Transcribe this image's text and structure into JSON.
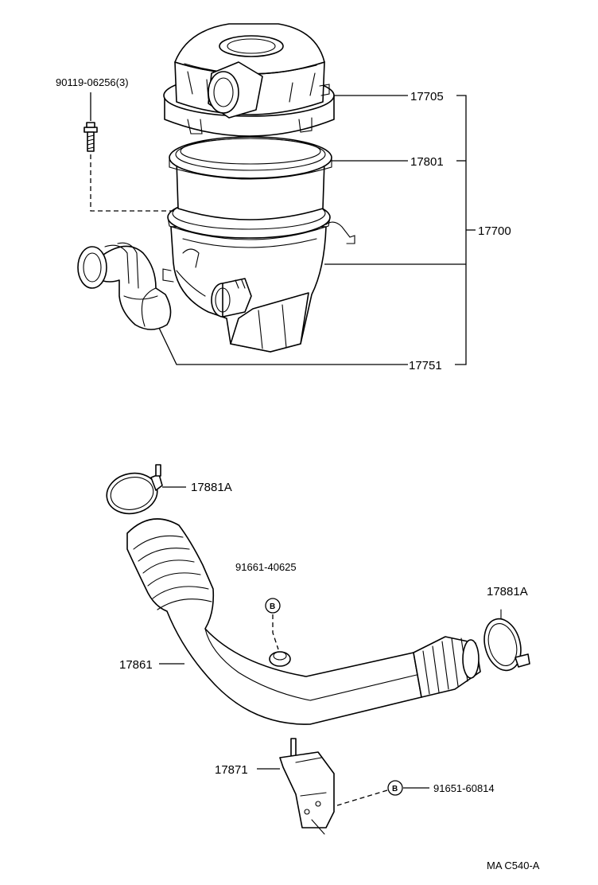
{
  "parts": {
    "bolt_label": "90119-06256(3)",
    "cap": "17705",
    "element": "17801",
    "assembly": "17700",
    "case_hose": "17751",
    "clamp_upper": "17881A",
    "clamp_lower": "17881A",
    "clip_upper": "91661-40625",
    "hose": "17861",
    "bracket": "17871",
    "clip_lower": "91651-60814"
  },
  "markers": {
    "upper": "B",
    "lower": "B"
  },
  "diagram_code": "MA  C540-A"
}
